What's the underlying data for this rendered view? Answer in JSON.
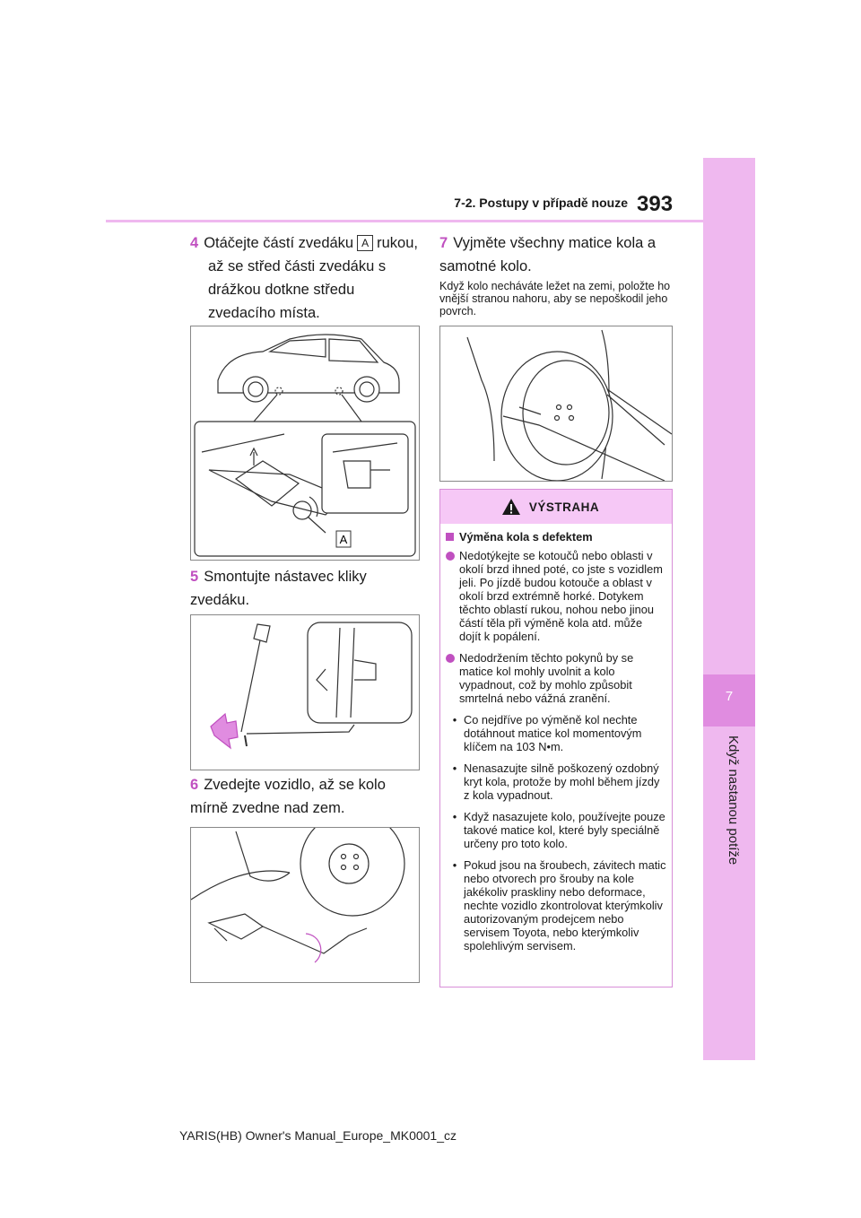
{
  "header": {
    "section": "7-2. Postupy v případě nouze",
    "page_number": "393"
  },
  "sidebar": {
    "chapter_number": "7",
    "chapter_title": "Když nastanou potíže"
  },
  "steps": {
    "s4": {
      "num": "4",
      "text_before": "Otáčejte částí zvedáku",
      "callout": "A",
      "text_after": "rukou,",
      "rest": "až se střed části zvedáku s drážkou dotkne středu zvedacího místa."
    },
    "s5": {
      "num": "5",
      "text": "Smontujte nástavec kliky zvedáku."
    },
    "s6": {
      "num": "6",
      "text": "Zvedejte vozidlo, až se kolo mírně zvedne nad zem."
    },
    "s7": {
      "num": "7",
      "text": "Vyjměte všechny matice kola a samotné kolo."
    }
  },
  "note_s7": "Když kolo necháváte ležet na zemi, položte ho vnější stranou nahoru, aby se nepoškodil jeho povrch.",
  "figure1": {
    "callout": "A"
  },
  "warning": {
    "title": "VÝSTRAHA",
    "subhead": "Výměna kola s defektem",
    "dots": [
      "Nedotýkejte se kotoučů nebo oblasti v okolí brzd ihned poté, co jste s vozidlem jeli. Po jízdě budou kotouče a oblast v okolí brzd extrémně horké. Dotykem těchto oblastí rukou, nohou nebo jinou částí těla při výměně kola atd. může dojít k popálení.",
      "Nedodržením těchto pokynů by se matice kol mohly uvolnit a kolo vypadnout, což by mohlo způsobit smrtelná nebo vážná zranění."
    ],
    "bullets": [
      "Co nejdříve po výměně kol nechte dotáhnout matice kol momentovým klíčem na 103 N•m.",
      "Nenasazujte silně poškozený ozdobný kryt kola, protože by mohl během jízdy z kola vypadnout.",
      "Když nasazujete kolo, používejte pouze takové matice kol, které byly speciálně určeny pro toto kolo.",
      "Pokud jsou na šroubech, závitech matic nebo otvorech pro šrouby na kole jakékoliv praskliny nebo deformace, nechte vozidlo zkontrolovat kterýmkoliv autorizovaným prodejcem nebo servisem Toyota, nebo kterýmkoliv spolehlivým servisem."
    ]
  },
  "footer": "YARIS(HB) Owner's Manual_Europe_MK0001_cz",
  "colors": {
    "accent": "#c050c0",
    "tab": "#efb8ef",
    "warn_header": "#f6c8f6"
  }
}
